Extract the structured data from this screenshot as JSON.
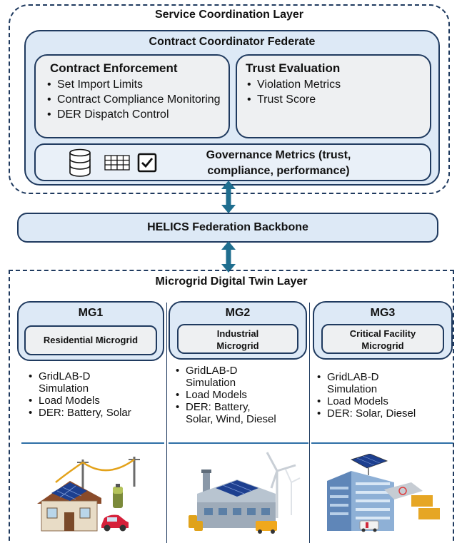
{
  "service_layer": {
    "title": "Service Coordination Layer",
    "federate_title": "Contract Coordinator Federate",
    "contract_enforcement": {
      "title": "Contract Enforcement",
      "items": [
        "Set Import Limits",
        "Contract Compliance Monitoring",
        "DER Dispatch Control"
      ]
    },
    "trust_evaluation": {
      "title": "Trust Evaluation",
      "items": [
        "Violation Metrics",
        "Trust Score"
      ]
    },
    "governance": {
      "line1": "Governance Metrics (trust,",
      "line2": "compliance, performance)",
      "icons": [
        "database-icon",
        "table-grid-icon",
        "checkbox-icon"
      ]
    }
  },
  "backbone": {
    "label": "HELICS Federation Backbone"
  },
  "microgrid_layer": {
    "title": "Microgrid Digital Twin Layer",
    "panels": [
      {
        "id": "MG1",
        "subtitle_lines": [
          "Residential Microgrid"
        ],
        "bullets": [
          [
            "GridLAB-D",
            "Simulation"
          ],
          [
            "Load Models"
          ],
          [
            "DER: Battery, Solar"
          ]
        ],
        "illustration": "house-solar-ev-icon"
      },
      {
        "id": "MG2",
        "subtitle_lines": [
          "Industrial",
          "Microgrid"
        ],
        "bullets": [
          [
            "GridLAB-D",
            "Simulation"
          ],
          [
            "Load Models"
          ],
          [
            "DER: Battery,",
            "Solar, Wind, Diesel"
          ]
        ],
        "illustration": "factory-wind-icon"
      },
      {
        "id": "MG3",
        "subtitle_lines": [
          "Critical Facility",
          "Microgrid"
        ],
        "bullets": [
          [
            "GridLAB-D",
            "Simulation"
          ],
          [
            "Load Models"
          ],
          [
            "DER: Solar, Diesel"
          ]
        ],
        "illustration": "hospital-solar-icon"
      }
    ]
  },
  "colors": {
    "border": "#1f3a5f",
    "fill": "#dde9f6",
    "arrow": "#1f6e8f",
    "divider": "#2e6fa6"
  }
}
